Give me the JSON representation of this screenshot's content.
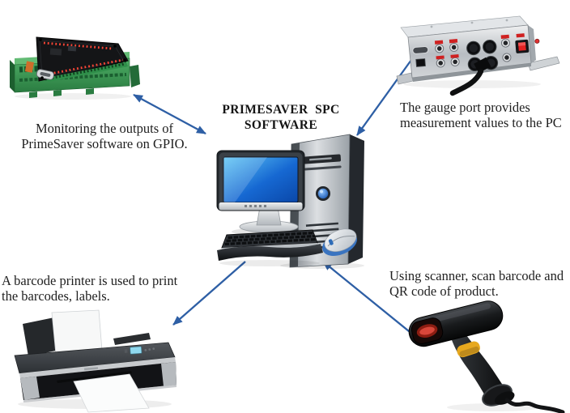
{
  "title": {
    "line1": "PRIMESAVER  SPC",
    "line2": "SOFTWARE"
  },
  "center_device": "desktop-computer-running-spc-software",
  "nodes": [
    {
      "id": "gpio-board",
      "device": "gpio-output-board",
      "caption": [
        "Monitoring the outputs of",
        "PrimeSaver software on GPIO."
      ],
      "position": "top-left",
      "arrow": "double-headed"
    },
    {
      "id": "gauge-port",
      "device": "gauge-port-interface-box",
      "caption": [
        "The gauge port provides",
        "measurement values to the PC"
      ],
      "position": "top-right",
      "arrow": "to-pc"
    },
    {
      "id": "barcode-printer",
      "device": "barcode-printer",
      "caption": [
        "A barcode printer is used to print",
        "the barcodes, labels."
      ],
      "position": "bottom-left",
      "arrow": "from-pc"
    },
    {
      "id": "barcode-scanner",
      "device": "handheld-barcode-scanner",
      "caption": [
        "Using scanner, scan barcode and",
        "QR code of product."
      ],
      "position": "bottom-right",
      "arrow": "to-pc"
    }
  ],
  "colors": {
    "arrow_blue": "#2e5fa5",
    "text": "#1f1f1f",
    "background": "#ffffff",
    "monitor_screen_blue": "#1262cc",
    "gpio_green": "#3b9a54",
    "alert_red": "#d42020",
    "trigger_yellow": "#e7a81e"
  }
}
